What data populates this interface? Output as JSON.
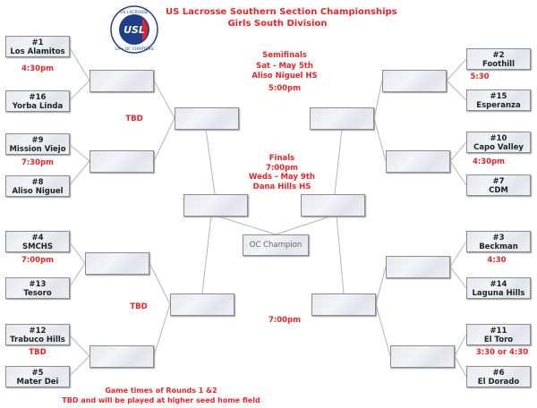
{
  "title": {
    "line1": "US Lacrosse Southern Section Championships",
    "line2": "Girls South Division"
  },
  "logo": {
    "text_top": "US LACROSSE",
    "text_center": "USL",
    "text_bottom": "LA • OC CHAPTERS"
  },
  "semifinals": {
    "label": "Semifinals",
    "date": "Sat - May 5th",
    "venue": "Aliso Niguel HS",
    "time": "5:00pm"
  },
  "finals": {
    "label": "Finals",
    "time": "7:00pm",
    "date": "Weds - May 9th",
    "venue": "Dana Hills HS"
  },
  "champion_label": "OC Champion",
  "left_teams": [
    {
      "seed": "#1",
      "name": "Los Alamitos"
    },
    {
      "seed": "#16",
      "name": "Yorba Linda"
    },
    {
      "seed": "#9",
      "name": "Mission Viejo"
    },
    {
      "seed": "#8",
      "name": "Aliso Niguel"
    },
    {
      "seed": "#4",
      "name": "SMCHS"
    },
    {
      "seed": "#13",
      "name": "Tesoro"
    },
    {
      "seed": "#12",
      "name": "Trabuco Hills"
    },
    {
      "seed": "#5",
      "name": "Mater Dei"
    }
  ],
  "right_teams": [
    {
      "seed": "#2",
      "name": "Foothill"
    },
    {
      "seed": "#15",
      "name": "Esperanza"
    },
    {
      "seed": "#10",
      "name": "Capo Valley"
    },
    {
      "seed": "#7",
      "name": "CDM"
    },
    {
      "seed": "#3",
      "name": "Beckman"
    },
    {
      "seed": "#14",
      "name": "Laguna Hills"
    },
    {
      "seed": "#11",
      "name": "El Toro"
    },
    {
      "seed": "#6",
      "name": "El Dorado"
    }
  ],
  "left_times": [
    "4:30pm",
    "7:30pm",
    "7:00pm",
    "TBD"
  ],
  "right_times": [
    "5:30",
    "4:30pm",
    "4:30",
    "3:30 or 4:30"
  ],
  "round2_times": {
    "left_top": "TBD",
    "left_bottom": "TBD",
    "right_bottom": "7:00pm"
  },
  "footnote": {
    "line1": "Game times of Rounds 1 &2",
    "line2": "TBD and will be played at higher seed home field"
  },
  "colors": {
    "accent": "#e3262b",
    "logo_blue": "#1f3f8a"
  }
}
